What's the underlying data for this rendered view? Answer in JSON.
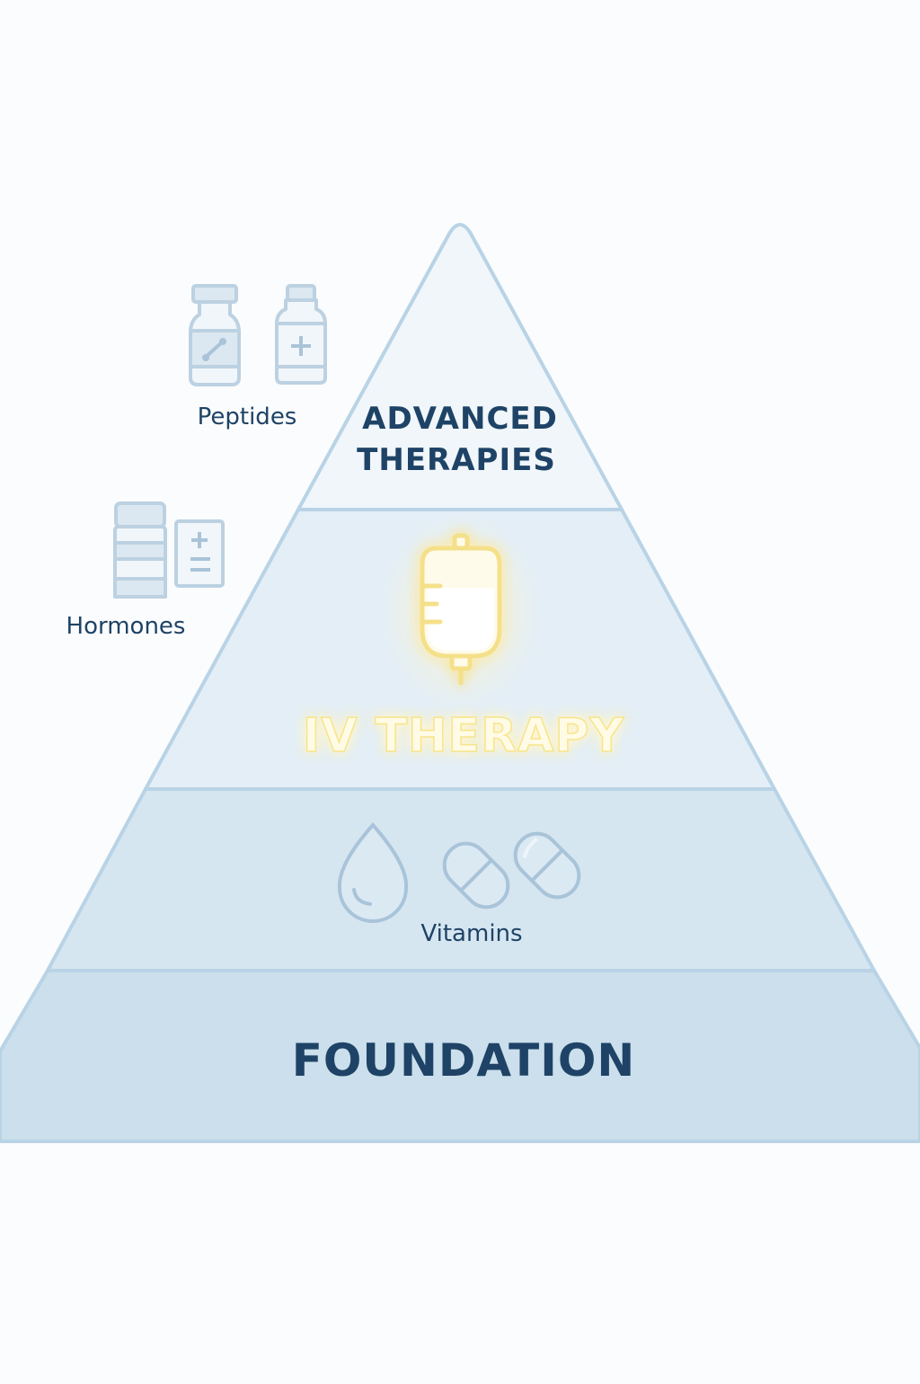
{
  "tiers": {
    "advanced": {
      "line1": "ADVANCED",
      "line2": "THERAPIES"
    },
    "iv": {
      "label": "IV THERAPY"
    },
    "vitamins": {
      "label": "Vitamins"
    },
    "foundation": {
      "label": "FOUNDATION"
    }
  },
  "side_labels": {
    "peptides": "Peptides",
    "hormones": "Hormones"
  },
  "icons": [
    "peptide-vial-icon",
    "medicine-bottle-icon",
    "hormone-jar-icon",
    "prescription-icon",
    "iv-bag-icon",
    "water-drop-icon",
    "capsule-icon"
  ],
  "colors": {
    "outline": "#b9d3e6",
    "label_dark": "#1e4366",
    "highlight": "#f7e58a",
    "tier_top": "#f0f6fa",
    "tier_iv": "#e3eef6",
    "tier_vitamins": "#d6e6f1",
    "tier_foundation": "#cbdfec"
  }
}
